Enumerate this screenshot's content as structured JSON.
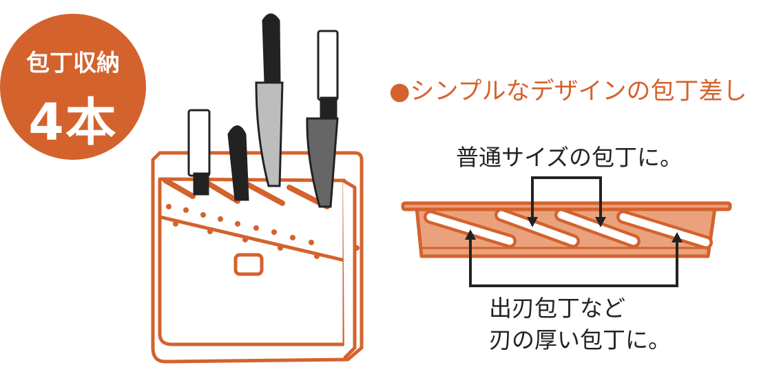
{
  "badge": {
    "line1": "包丁収納",
    "line2": "4本"
  },
  "headline": "●シンプルなデザインの包丁差し",
  "captions": {
    "normal": "普通サイズの包丁に。",
    "thick_line1": "出刃包丁など",
    "thick_line2": "刃の厚い包丁に。"
  },
  "colors": {
    "accent": "#d4622d",
    "fill": "#e9a27c",
    "text": "#222222"
  }
}
